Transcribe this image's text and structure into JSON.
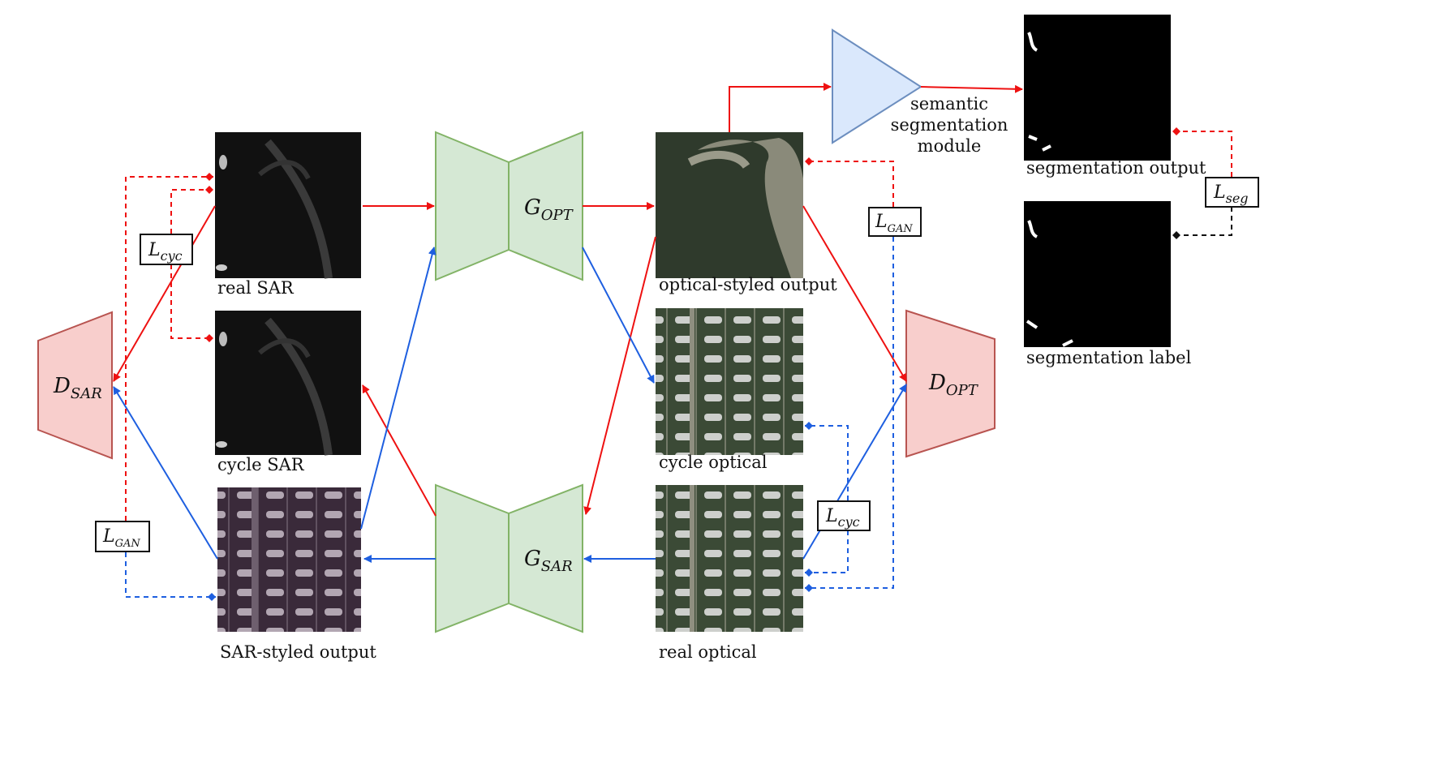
{
  "colors": {
    "forward_arrow": "#ee1111",
    "backward_arrow": "#1e5fe0",
    "loss_link": "#111111",
    "generator_fill": "#d5e8d4",
    "generator_stroke": "#82b366",
    "discriminator_fill": "#f8cecc",
    "discriminator_stroke": "#b85450",
    "segmentation_fill": "#dae8fc",
    "segmentation_stroke": "#6c8ebf",
    "sar_image": "#111111",
    "sar_styled_image": "#3a2a3a",
    "optical_image": "#3b4a36",
    "segmentation_image": "#000000"
  },
  "images": {
    "real_sar": "real SAR",
    "cycle_sar": "cycle SAR",
    "sar_styled": "SAR-styled output",
    "optical_styled": "optical-styled output",
    "cycle_optical": "cycle optical",
    "real_optical": "real optical",
    "segmentation_output": "segmentation output",
    "segmentation_label": "segmentation label"
  },
  "modules": {
    "g_opt": {
      "base": "G",
      "sub": "OPT"
    },
    "g_sar": {
      "base": "G",
      "sub": "SAR"
    },
    "d_sar": {
      "base": "D",
      "sub": "SAR"
    },
    "d_opt": {
      "base": "D",
      "sub": "OPT"
    },
    "segmentation": [
      "semantic",
      "segmentation",
      "module"
    ]
  },
  "losses": {
    "cyc_sar": {
      "base": "L",
      "sub": "cyc"
    },
    "gan_sar": {
      "base": "L",
      "sub": "GAN"
    },
    "gan_opt": {
      "base": "L",
      "sub": "GAN"
    },
    "cyc_opt": {
      "base": "L",
      "sub": "cyc"
    },
    "seg": {
      "base": "L",
      "sub": "seg"
    }
  }
}
